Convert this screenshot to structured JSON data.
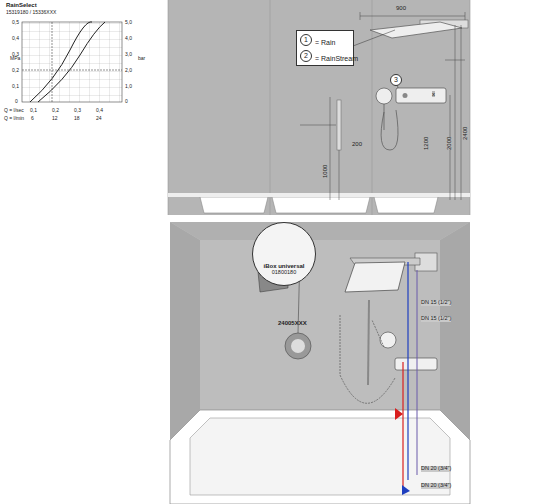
{
  "diagram": {
    "nodes": [
      {
        "text": [
          "= Rain",
          "= RainStream"
        ]
      },
      {
        "text": [
          "1"
        ],
        "in": 0
      },
      {
        "text": [
          "2"
        ],
        "in": 0
      },
      {
        "text": [
          "3"
        ]
      },
      {
        "text": [
          "iBox universal",
          "01800180"
        ]
      }
    ],
    "edges": [],
    "labels": [
      "RainSelect",
      "15319180 / 15336XXX",
      "0,5",
      "0,4",
      "0,3",
      "0,2",
      "0,1",
      "0",
      "5,0",
      "4,0",
      "3,0",
      "2,0",
      "1,0",
      "0",
      "MPa",
      "bar",
      "Q = l/sec",
      "0,1",
      "0,2",
      "0,3",
      "0,4",
      "Q = l/min",
      "6",
      "12",
      "18",
      "24",
      "900",
      "2400",
      "2000",
      "1200",
      "1000",
      "200",
      "x",
      "24005XXX",
      "DN 15 (1/2\")",
      "DN 15 (1/2\")",
      "DN 20 (3/4\")",
      "DN 20 (3/4\")"
    ]
  }
}
